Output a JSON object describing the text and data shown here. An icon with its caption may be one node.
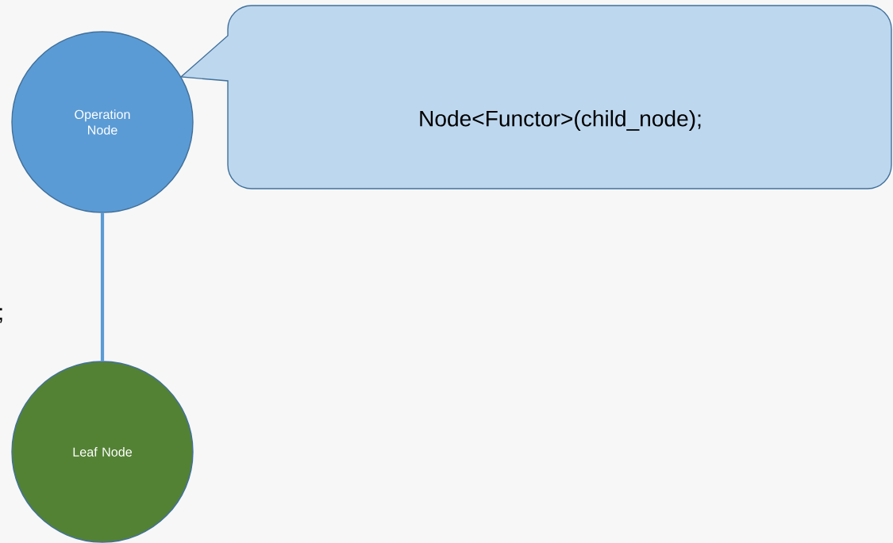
{
  "diagram": {
    "nodes": [
      {
        "text": [
          "Operation Node"
        ]
      },
      {
        "text": [
          "Leaf Node"
        ]
      },
      {
        "text": [
          "Node<Functor>(child_node);"
        ]
      }
    ],
    "edges": [
      {
        "from": 0,
        "to": 1,
        "arrow": "none"
      }
    ],
    "labels": [
      ";"
    ]
  }
}
